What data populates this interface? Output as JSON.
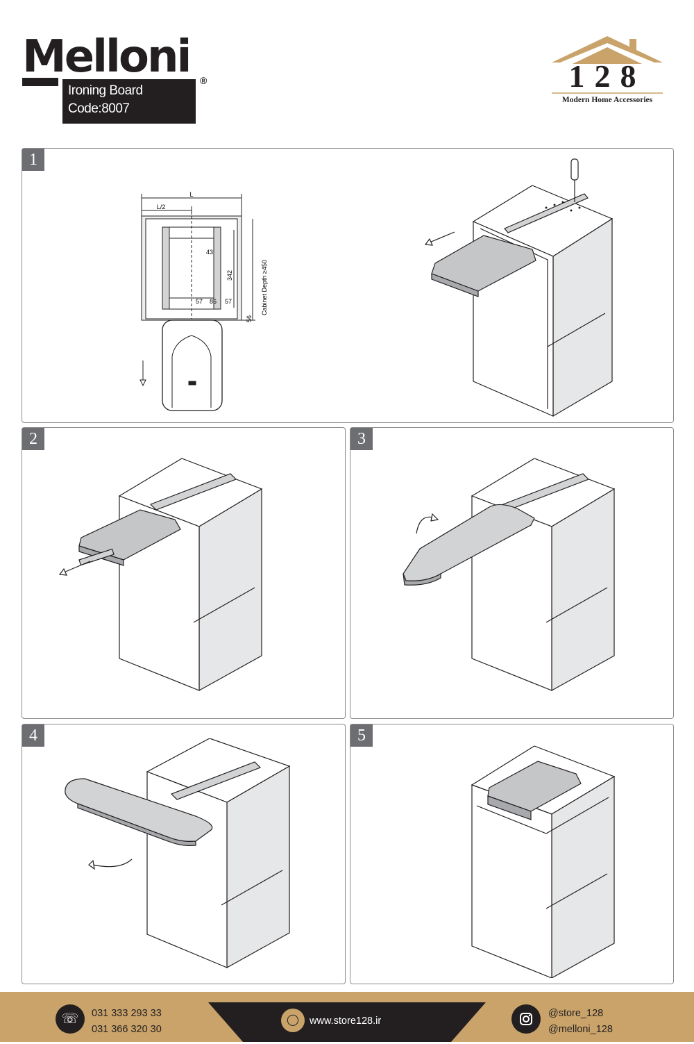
{
  "header": {
    "brand": "Melloni",
    "product_name": "Ironing Board",
    "product_code": "Code:8007",
    "registered_mark": "®",
    "store_logo_number": "128",
    "store_tagline": "Modern Home Accessories"
  },
  "diagram": {
    "dim_L": "L",
    "dim_half_L": "L/2",
    "dim_43": "43",
    "dim_342": "342",
    "dim_57_left": "57",
    "dim_86": "86",
    "dim_57_right": "57",
    "dim_56": "56",
    "cabinet_depth": "Cabinet Depth ≥450"
  },
  "steps": [
    "1",
    "2",
    "3",
    "4",
    "5"
  ],
  "footer": {
    "phone_1": "031 333 293 33",
    "phone_2": "031 366 320 30",
    "website": "www.store128.ir",
    "social_1": "@store_128",
    "social_2": "@melloni_128"
  },
  "colors": {
    "gold": "#c9a36a",
    "dark": "#231f20",
    "board_grey": "#d1d3d4",
    "panel_border": "#8a8a8a"
  },
  "icons": [
    "phone-icon",
    "globe-icon",
    "instagram-icon",
    "screwdriver-icon",
    "arrow-icon"
  ]
}
